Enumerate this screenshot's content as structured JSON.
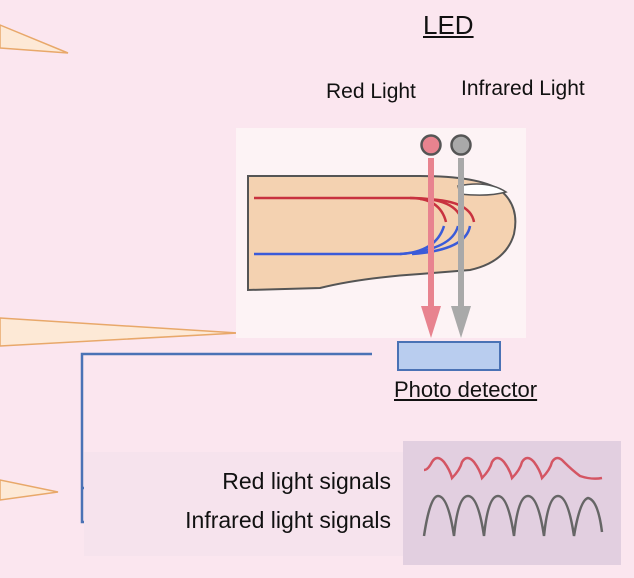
{
  "led_heading": "LED",
  "red_light_label": "Red Light",
  "infrared_light_label": "Infrared Light",
  "photo_detector_label": "Photo detector",
  "red_signal_label": "Red light signals",
  "infrared_signal_label": "Infrared light signals",
  "colors": {
    "background": "#fbe6ef",
    "red_light": "#e8838f",
    "infrared_light": "#a9a9a9",
    "finger_skin": "#f4d2b1",
    "artery": "#c8323f",
    "vein": "#3a5bd9",
    "connector": "#4a72b5",
    "detector_fill": "#b9cdef",
    "wave_red": "#d45563",
    "wave_infrared": "#666666"
  }
}
